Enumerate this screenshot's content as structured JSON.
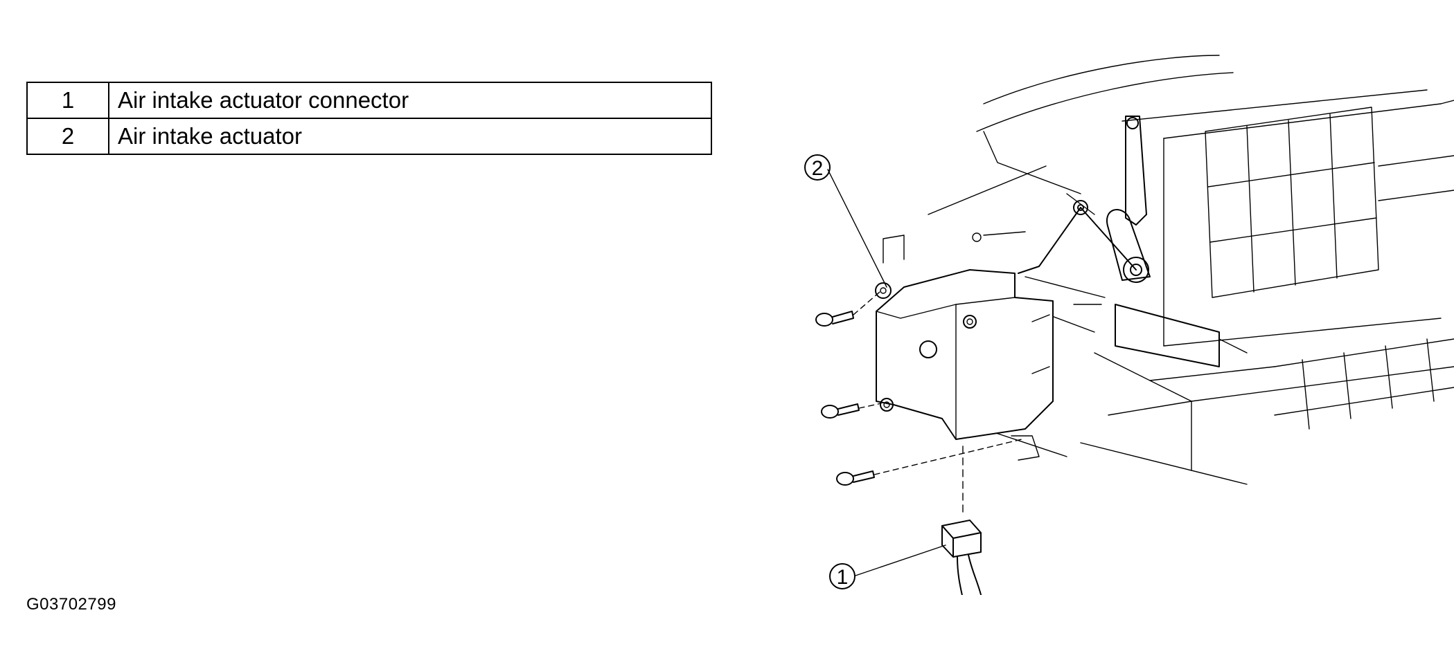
{
  "legend": {
    "rows": [
      {
        "number": "1",
        "label": "Air intake actuator connector"
      },
      {
        "number": "2",
        "label": "Air intake actuator"
      }
    ]
  },
  "diagram": {
    "callouts": [
      {
        "number": "1"
      },
      {
        "number": "2"
      }
    ]
  },
  "figure_id": "G03702799"
}
